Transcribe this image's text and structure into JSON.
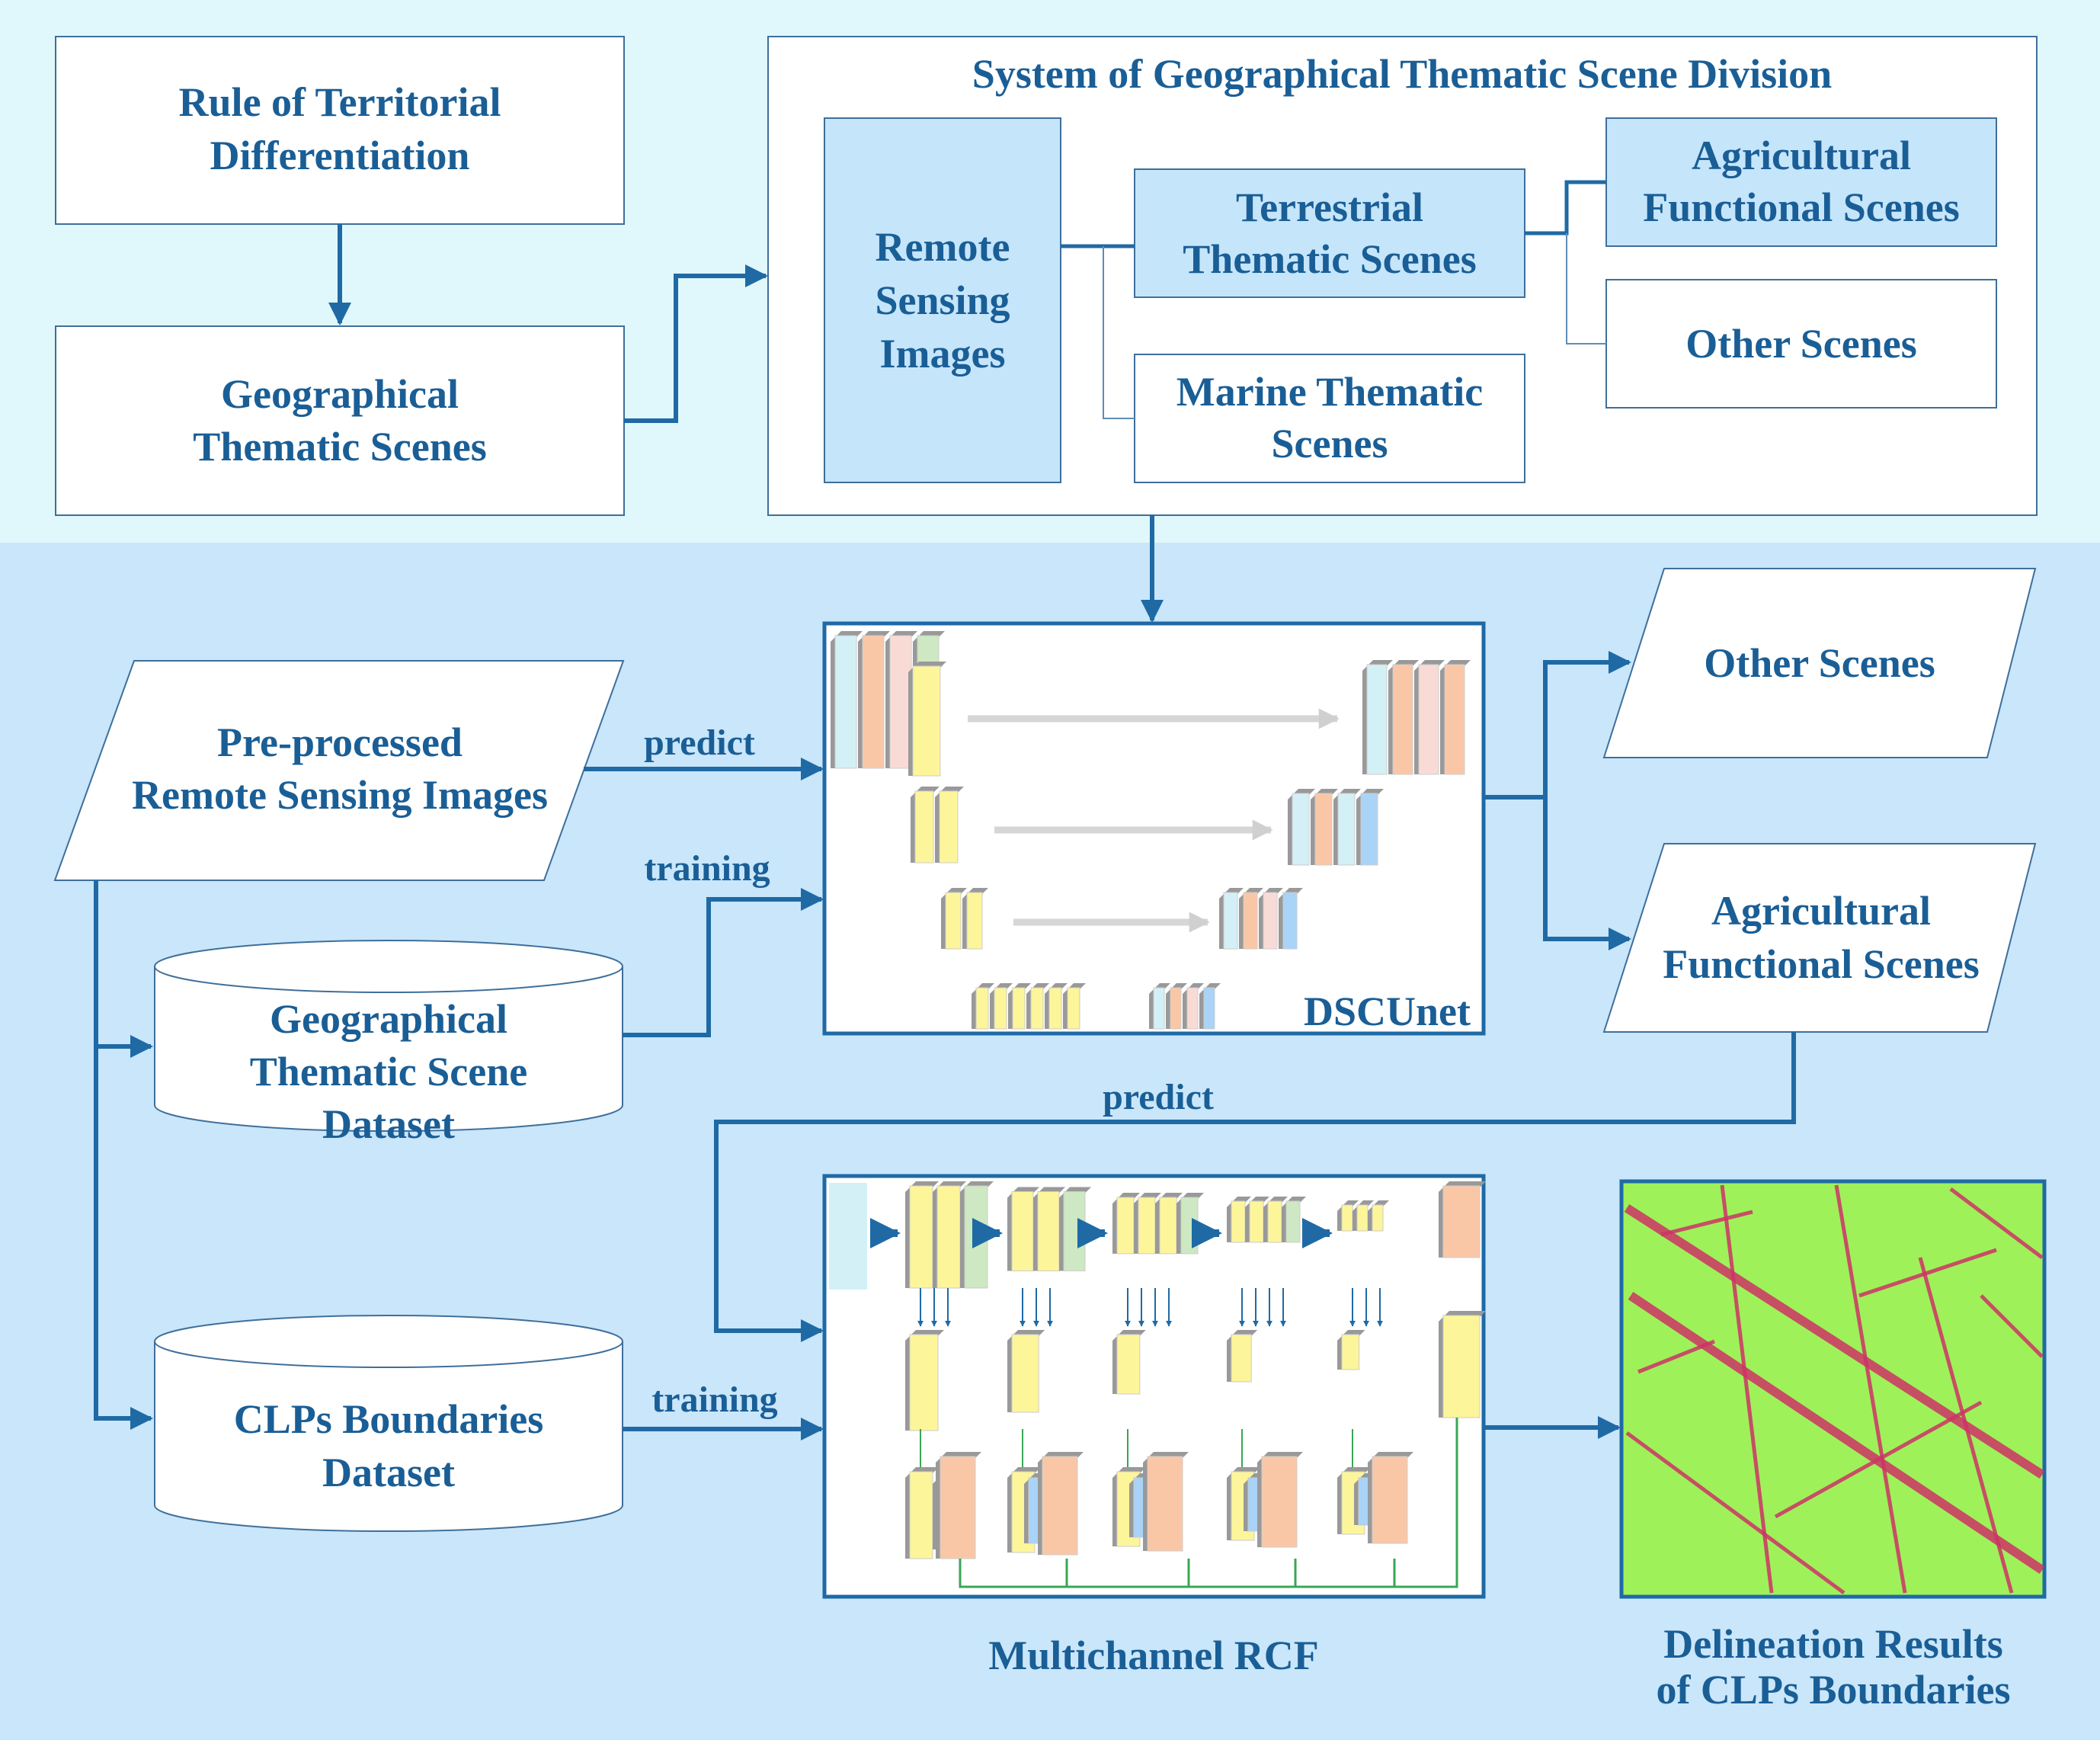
{
  "colors": {
    "top_bg": "#e0f8fb",
    "bottom_bg": "#c9e6fa",
    "box_fill": "#ffffff",
    "box_highlight": "#c5e5fb",
    "box_stroke": "#3f6f9b",
    "arrow": "#1f6aa5",
    "text": "#1a5e96",
    "block_yellow": "#fdf59a",
    "block_orange": "#fac7a6",
    "block_pink": "#f9dbd6",
    "block_green": "#cde8c2",
    "block_cyan": "#d4f0f7",
    "block_blue": "#a9d3f7",
    "block_gray": "#9a9a9a",
    "skip_gray": "#d6d6d6",
    "field_green": "#9ff15a",
    "field_red": "#cc3366"
  },
  "top": {
    "rule_box": {
      "line1": "Rule of Territorial",
      "line2": "Differentiation"
    },
    "geo_box": {
      "line1": "Geographical",
      "line2": "Thematic Scenes"
    },
    "system": {
      "title": "System of Geographical Thematic Scene Division",
      "remote": {
        "line1": "Remote",
        "line2": "Sensing",
        "line3": "Images"
      },
      "terrestrial": {
        "line1": "Terrestrial",
        "line2": "Thematic Scenes"
      },
      "marine": {
        "line1": "Marine Thematic",
        "line2": "Scenes"
      },
      "agricultural": {
        "line1": "Agricultural",
        "line2": "Functional Scenes"
      },
      "other": "Other Scenes"
    }
  },
  "bottom": {
    "preprocessed": {
      "line1": "Pre-processed",
      "line2": "Remote Sensing Images"
    },
    "geo_dataset": {
      "line1": "Geographical",
      "line2": "Thematic Scene",
      "line3": "Dataset"
    },
    "clps_dataset": {
      "line1": "CLPs  Boundaries",
      "line2": "Dataset"
    },
    "dscunet_label": "DSCUnet",
    "rcf_label": "Multichannel RCF",
    "out_other": "Other Scenes",
    "out_agri": {
      "line1": "Agricultural",
      "line2": "Functional Scenes"
    },
    "result": {
      "line1": "Delineation Results",
      "line2": "of CLPs Boundaries"
    },
    "edge_predict_1": "predict",
    "edge_training_1": "training",
    "edge_predict_2": "predict",
    "edge_training_2": "training"
  },
  "icons": {
    "dscunet": "u-net-architecture-icon",
    "rcf": "rcf-network-architecture-icon",
    "result": "farmland-satellite-image"
  }
}
